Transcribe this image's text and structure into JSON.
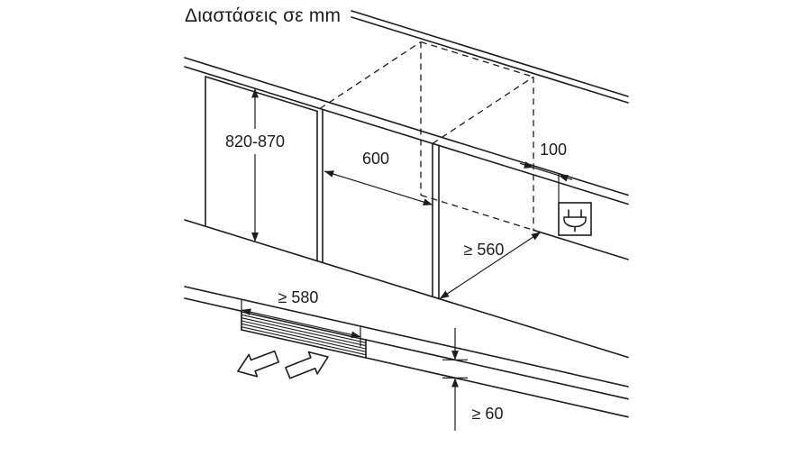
{
  "title": "Διαστάσεις σε mm",
  "dimensions": {
    "niche_height": "820-870",
    "niche_width": "600",
    "socket_offset": "100",
    "niche_depth": "≥ 560",
    "plinth_cutout_width": "≥ 580",
    "plinth_air_gap": "≥ 60"
  },
  "icons": {
    "socket": "power-socket-icon",
    "airflow_out": "airflow-out-arrow",
    "airflow_in": "airflow-in-arrow"
  },
  "colors": {
    "line": "#1d1d1b",
    "background": "#ffffff"
  }
}
